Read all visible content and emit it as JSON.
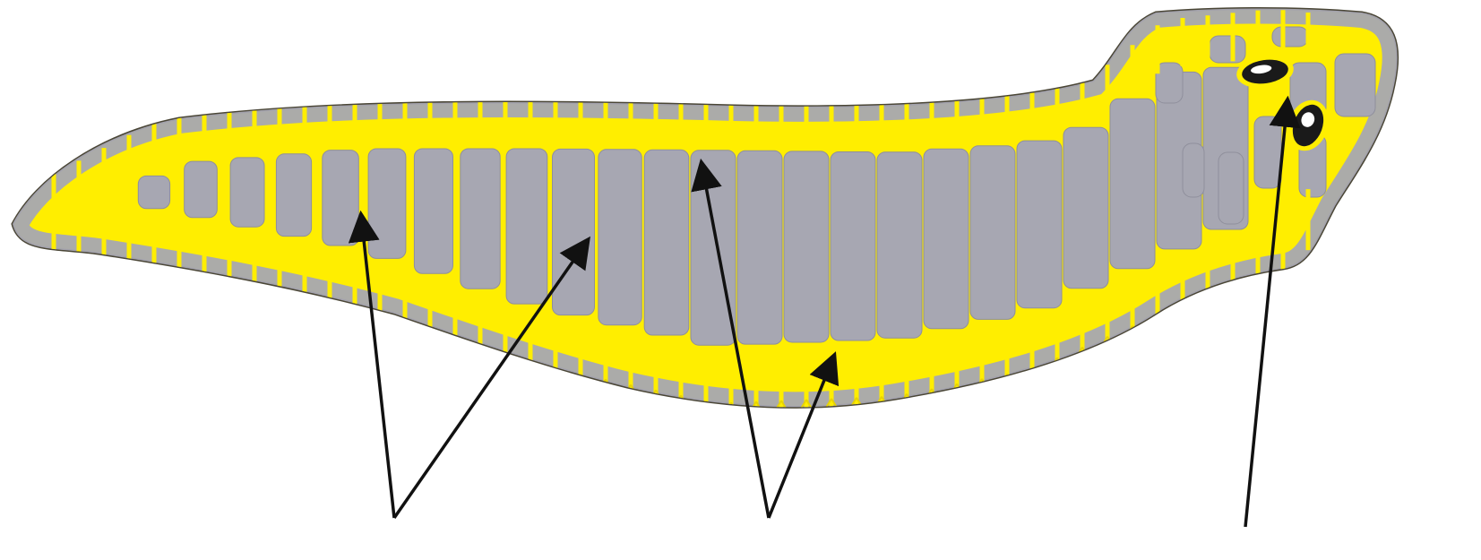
{
  "figure": {
    "subject": "planarian-flatworm",
    "colors": {
      "background": "#ffffff",
      "body_yellow": "#ffee00",
      "yellow_edge": "#e8d400",
      "tissue_gray": "#a7a7b2",
      "tissue_gray_dark": "#8f8f9c",
      "outline": "#4a4636",
      "eye": "#1a1a1a",
      "eye_highlight": "#ffffff",
      "arrow": "#111111"
    },
    "pointers": [
      {
        "name": "pointer-group-left",
        "label": ""
      },
      {
        "name": "pointer-group-middle",
        "label": ""
      },
      {
        "name": "pointer-eye",
        "label": ""
      }
    ]
  }
}
